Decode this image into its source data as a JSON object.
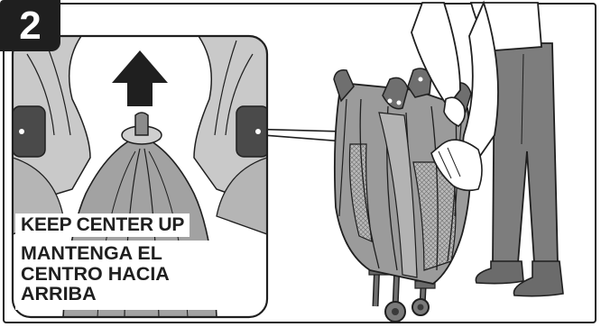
{
  "step": {
    "number": "2"
  },
  "captions": {
    "english": "KEEP CENTER UP",
    "spanish": "MANTENGA EL CENTRO HACIA ARRIBA"
  },
  "icons": {
    "direction_arrow": "up-arrow-icon"
  },
  "colors": {
    "ink": "#1f1f1f",
    "fabric": "#9b9b9b",
    "fabric_light": "#c7c7c7",
    "legs": "#707070",
    "background": "#ffffff"
  }
}
